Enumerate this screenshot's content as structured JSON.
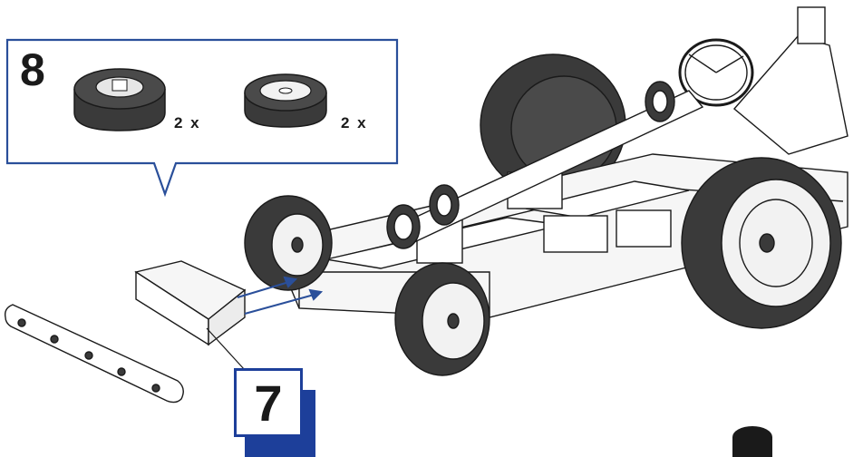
{
  "callout": {
    "step_number": "8",
    "parts": [
      {
        "name": "tire-with-hub",
        "quantity_label": "2 x"
      },
      {
        "name": "tire-with-flat-hub",
        "quantity_label": "2 x"
      }
    ]
  },
  "main_step": {
    "step_number": "7"
  },
  "colors": {
    "accent_blue": "#1d3f9a",
    "tire_dark": "#3a3a3a",
    "line": "#1a1a1a",
    "assembly_arrow": "#2a4f9a"
  },
  "icons": [
    "tire-icon",
    "steering-wheel-icon",
    "gear-icon",
    "arrow-icon"
  ]
}
